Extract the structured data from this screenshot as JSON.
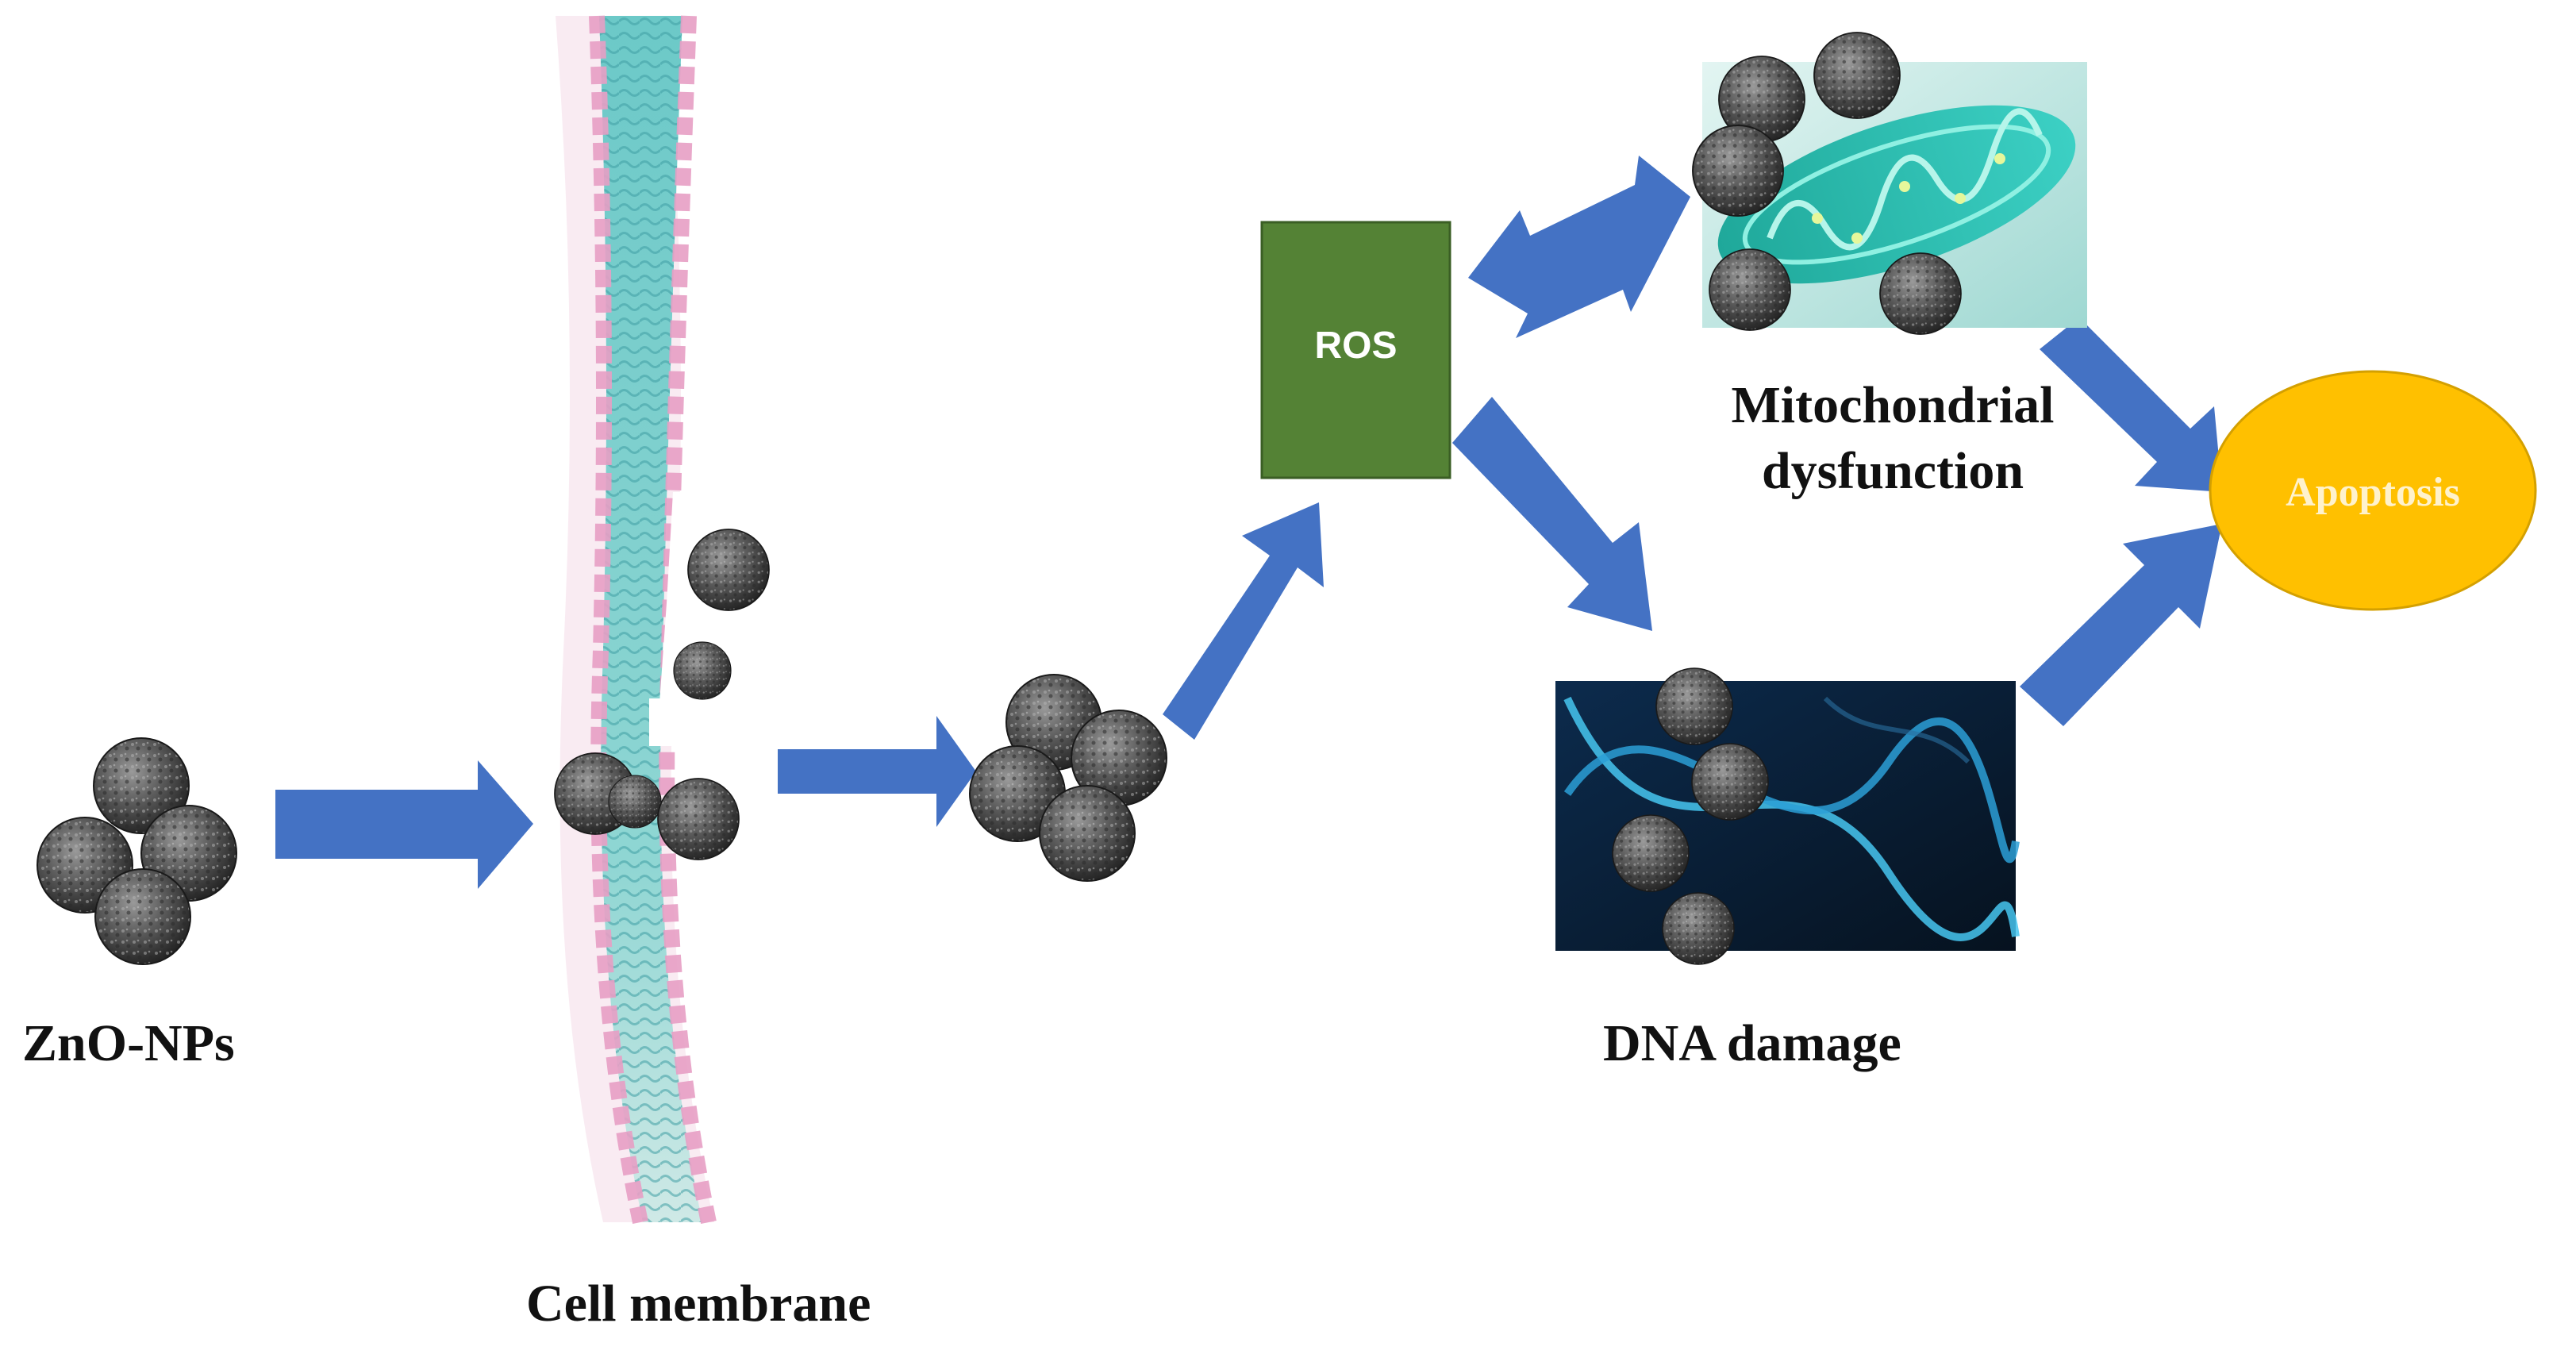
{
  "labels": {
    "zno": "ZnO-NPs",
    "membrane": "Cell membrane",
    "ros": "ROS",
    "mito_line1": "Mitochondrial",
    "mito_line2": "dysfunction",
    "dna": "DNA damage",
    "apoptosis": "Apoptosis"
  },
  "colors": {
    "arrow": "#4472C4",
    "ros_box": "#548235",
    "apoptosis": "#FFC000",
    "apoptosis_text": "#FFF2CC",
    "nanoparticle": "#5a5a5a",
    "membrane_core": "#7ecfcf",
    "membrane_heads": "#e79fc4",
    "mito_bg": "#bfe6e2",
    "dna_bg": "#0a1f3a"
  },
  "icons": {
    "nanoparticle": "zno-nanoparticle-icon",
    "membrane": "cell-membrane-bilayer-icon",
    "mitochondrion": "mitochondrion-image",
    "dna": "dna-helix-image"
  }
}
